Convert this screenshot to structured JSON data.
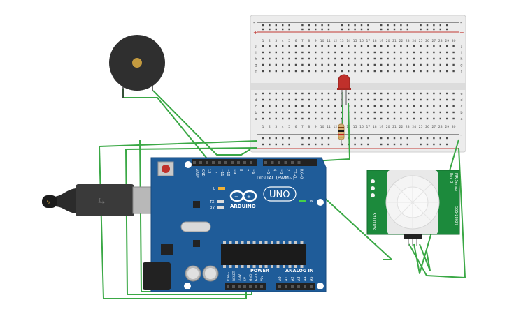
{
  "arduino": {
    "logo_text": "ARDUINO",
    "uno_text": "UNO",
    "digital_label": "DIGITAL (PWM~)",
    "power_label": "POWER",
    "analog_label": "ANALOG IN",
    "on_label": "ON",
    "tx_label": "TX",
    "rx_label": "RX",
    "l_label": "L",
    "digital_pins": [
      "AREF",
      "GND",
      "13",
      "12",
      "~11",
      "~10",
      "~9",
      "8",
      "7",
      "~6",
      "~5",
      "4",
      "~3",
      "2",
      "TX→1",
      "RX←0"
    ],
    "power_pins": [
      "IOREF",
      "RESET",
      "3.3V",
      "5V",
      "GND",
      "GND",
      "Vin"
    ],
    "analog_pins": [
      "A0",
      "A1",
      "A2",
      "A3",
      "A4",
      "A5"
    ]
  },
  "pir": {
    "title": "PIR Sensor",
    "rev": "Rev B",
    "brand": "PARALLAX",
    "part": "555-28027"
  },
  "breadboard": {
    "column_numbers": [
      "1",
      "2",
      "3",
      "4",
      "5",
      "6",
      "7",
      "8",
      "9",
      "10",
      "11",
      "12",
      "13",
      "14",
      "15",
      "16",
      "17",
      "18",
      "19",
      "20",
      "21",
      "22",
      "23",
      "24",
      "25",
      "26",
      "27",
      "28",
      "29",
      "30"
    ],
    "row_letters_top": [
      "j",
      "i",
      "h",
      "g",
      "f"
    ],
    "row_letters_bottom": [
      "e",
      "d",
      "c",
      "b",
      "a"
    ],
    "rail_plus": "+",
    "rail_minus": "-"
  },
  "colors": {
    "board": "#1f5c99",
    "wire": "#3aa845",
    "pir_board": "#1c8a3c",
    "led": "#c0302b",
    "breadboard": "#ececec"
  }
}
